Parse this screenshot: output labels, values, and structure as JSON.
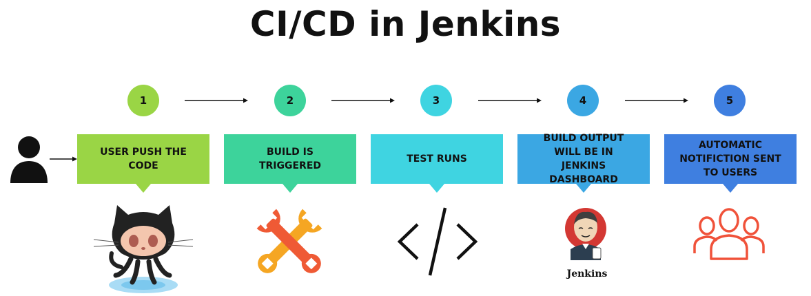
{
  "title": "CI/CD in Jenkins",
  "steps": [
    {
      "number": "1",
      "label": "USER PUSH THE CODE",
      "color": "#9ad545",
      "icon": "github-octocat-icon"
    },
    {
      "number": "2",
      "label": "BUILD IS TRIGGERED",
      "color": "#3dd39b",
      "icon": "wrench-icon"
    },
    {
      "number": "3",
      "label": "TEST RUNS",
      "color": "#3fd4e1",
      "icon": "code-icon"
    },
    {
      "number": "4",
      "label": "BUILD OUTPUT WILL BE IN JENKINS DASHBOARD",
      "color": "#3ba7e3",
      "icon": "jenkins-logo-icon"
    },
    {
      "number": "5",
      "label": "AUTOMATIC NOTIFICTION SENT TO USERS",
      "color": "#3f7fe0",
      "icon": "users-icon"
    }
  ],
  "user_icon": "user-icon",
  "jenkins_text": "Jenkins"
}
